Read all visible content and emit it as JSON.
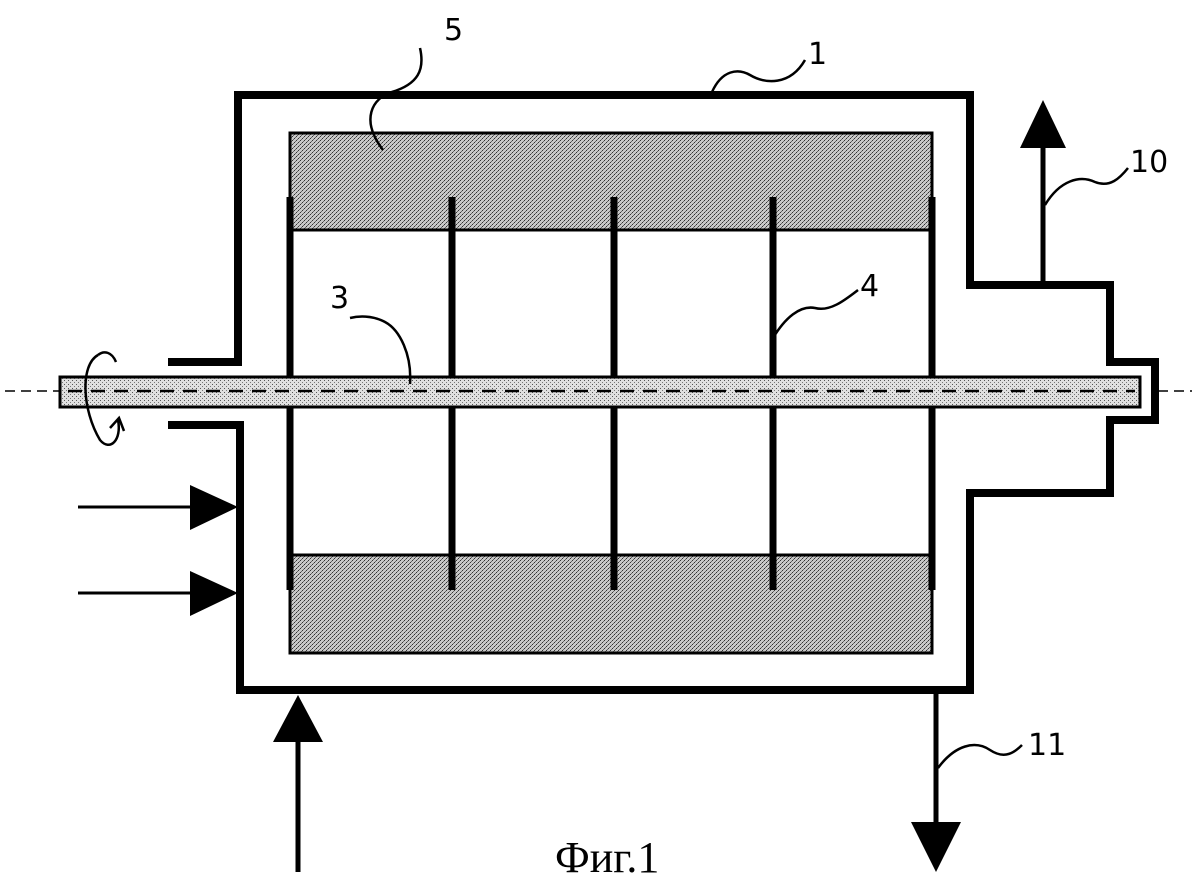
{
  "figure": {
    "caption": "Фиг.1",
    "labels": {
      "housing": "1",
      "shaft": "3",
      "blades": "4",
      "layer": "5",
      "outlet_top": "10",
      "outlet_bottom": "11"
    },
    "colors": {
      "line": "#000000",
      "fill_stipple": "#9a9a9a",
      "background": "#ffffff"
    }
  }
}
